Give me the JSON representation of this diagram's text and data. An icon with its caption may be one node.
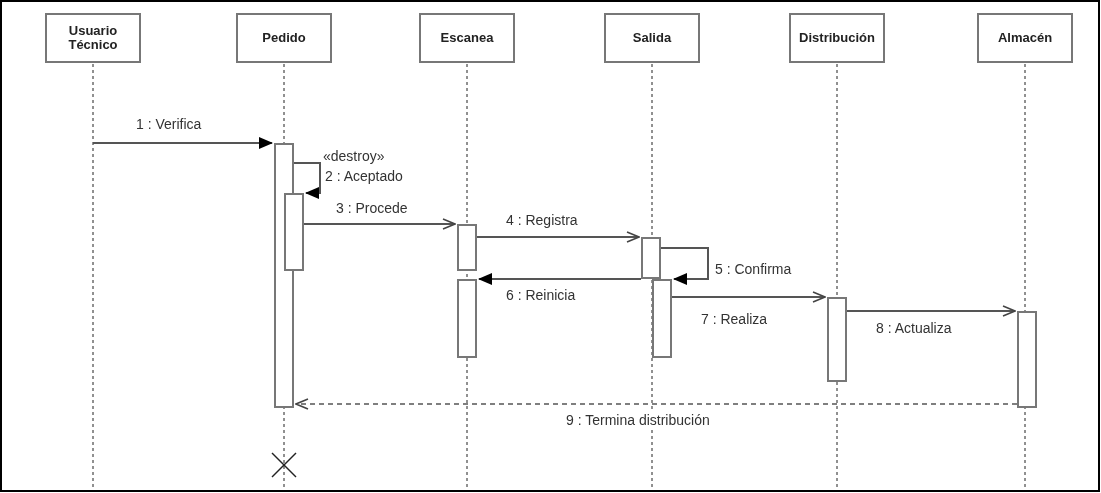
{
  "diagram": {
    "nodes": [
      {
        "text": [
          "Usuario Técnico"
        ]
      },
      {
        "text": [
          "Pedido"
        ]
      },
      {
        "text": [
          "Escanea"
        ]
      },
      {
        "text": [
          "Salida"
        ]
      },
      {
        "text": [
          "Distribución"
        ]
      },
      {
        "text": [
          "Almacén"
        ]
      },
      {
        "text": [],
        "shape": "bar"
      },
      {
        "text": [],
        "shape": "bar"
      },
      {
        "text": [],
        "shape": "bar"
      },
      {
        "text": [],
        "shape": "bar"
      },
      {
        "text": [],
        "shape": "bar"
      },
      {
        "text": [],
        "shape": "bar"
      },
      {
        "text": [],
        "shape": "bar"
      },
      {
        "text": [],
        "shape": "bar"
      }
    ],
    "edges": [
      {
        "from": null,
        "to": 6,
        "arrow": "to",
        "label": "1 : Verifica"
      },
      {
        "from": 6,
        "to": 7,
        "arrow": "to",
        "label": "2 : Aceptado"
      },
      {
        "from": 7,
        "to": 8,
        "arrow": "to",
        "label": "3 : Procede"
      },
      {
        "from": 8,
        "to": 10,
        "arrow": "to",
        "label": "4 : Registra"
      },
      {
        "from": 10,
        "to": 11,
        "arrow": "to",
        "label": "5 : Confirma"
      },
      {
        "from": 10,
        "to": 9,
        "arrow": "to",
        "label": "6 : Reinicia"
      },
      {
        "from": 11,
        "to": 12,
        "arrow": "to",
        "label": "7 : Realiza"
      },
      {
        "from": 12,
        "to": 13,
        "arrow": "to",
        "label": "8 : Actualiza"
      },
      {
        "from": 13,
        "to": 6,
        "arrow": "to",
        "label": "9 : Termina distribución",
        "style": "dashed"
      }
    ],
    "labels": [
      "«destroy»"
    ]
  }
}
